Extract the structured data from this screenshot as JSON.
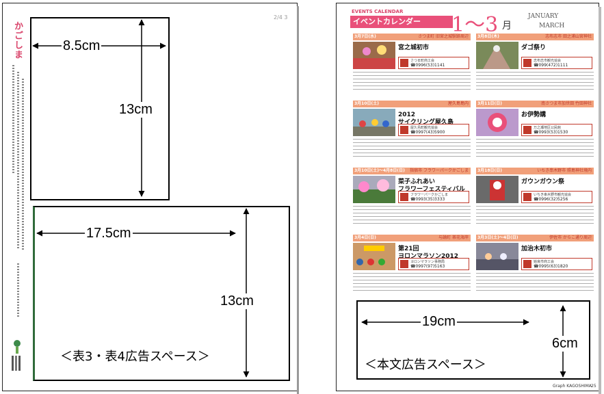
{
  "left_page": {
    "page_number": "2/4 3",
    "spine_brand": "かごしま",
    "ads": {
      "top": {
        "width_label": "8.5cm",
        "height_label": "13cm"
      },
      "cover": {
        "width_label": "17.5cm",
        "height_label": "13cm",
        "title": "＜表3・表4広告スペース＞"
      }
    }
  },
  "right_page": {
    "header": {
      "english": "EVENTS CALENDAR",
      "japanese": "イベントカレンダー",
      "months": "1〜3",
      "tsuki": "月",
      "jan": "JANUARY",
      "mar": "MARCH"
    },
    "events": [
      {
        "date": "3月7日(水)",
        "location": "さつま町 旧宮之城駅跡周辺",
        "title": "宮之城初市",
        "org": "さつま町商工会",
        "tel": "☎0996(53)1141"
      },
      {
        "date": "3月8日(木)",
        "location": "志布志市 田之浦山宮神社",
        "title": "ダゴ祭り",
        "org": "志布志市観光協会",
        "tel": "☎099(472)1111"
      },
      {
        "date": "3月10日(土)",
        "location": "屋久島島内",
        "title": "2012\nサイクリング屋久島",
        "org": "屋久島町観光協会",
        "tel": "☎0997(43)5900"
      },
      {
        "date": "3月11日(日)",
        "location": "南さつま市加世田 竹田神社",
        "title": "お伊勢講",
        "org": "万之瀬地区公民館",
        "tel": "☎0993(53)1530"
      },
      {
        "date": "3月10日(土)〜4月8日(日)",
        "location": "指宿市 フラワーパークかごしま",
        "title": "菜子ふれあい\nフラワーフェスティバル",
        "org": "フラワーパークかごしま",
        "tel": "☎0993(35)3333"
      },
      {
        "date": "3月18日(日)",
        "location": "いちき串木野市 照島神社境内",
        "title": "ガウンガウン祭",
        "org": "いちき串木野市観光協会",
        "tel": "☎0996(32)5256"
      },
      {
        "date": "3月4日(日)",
        "location": "与論町 茶花海岸",
        "title": "第21回\nヨロンマラソン2012",
        "org": "ヨロンマラソン事務局",
        "tel": "☎0997(97)5163"
      },
      {
        "date": "3月3日(土)〜4日(日)",
        "location": "伊佐市 からこ通り周辺",
        "title": "加治木初市",
        "org": "姶良市商工会",
        "tel": "☎0995(63)1820"
      }
    ],
    "bottom_ad": {
      "width_label": "19cm",
      "height_label": "6cm",
      "title": "＜本文広告スペース＞"
    },
    "footer": "Graph KAGOSHIMA",
    "page_number": "25"
  },
  "colors": {
    "accent_pink": "#e9507a",
    "event_bar": "#f1a07a",
    "brand_red": "#c0392b"
  }
}
